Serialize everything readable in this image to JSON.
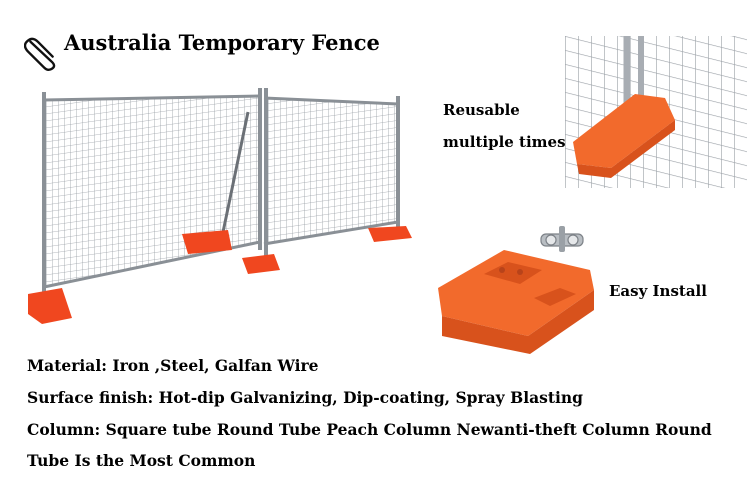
{
  "title": "Australia Temporary Fence",
  "features": {
    "reusable_line1": "Reusable",
    "reusable_line2": "multiple times",
    "easy_install": "Easy Install"
  },
  "specs": {
    "material": "Material: Iron ,Steel, Galfan Wire",
    "surface": "Surface finish: Hot-dip Galvanizing, Dip-coating, Spray Blasting",
    "column_line1": "Column: Square tube Round Tube Peach Column Newanti-theft Column Round",
    "column_line2": "Tube Is the Most Common"
  },
  "icons": {
    "paperclip": "paperclip-icon"
  },
  "colors": {
    "foot_orange": "#f0471f",
    "block_orange": "#f26a2c",
    "fence_gray": "#9aa0a6",
    "text": "#000000"
  }
}
